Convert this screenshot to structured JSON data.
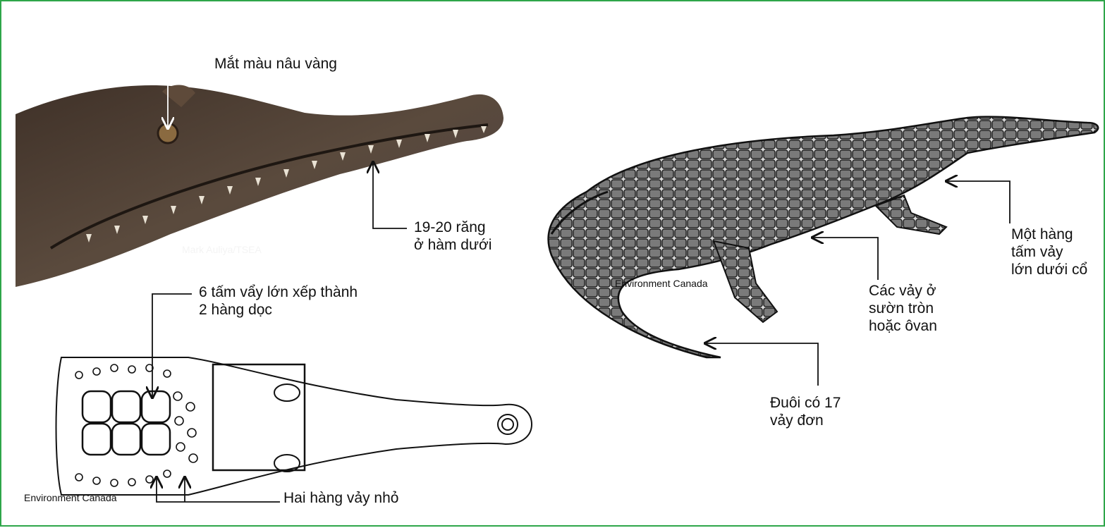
{
  "labels": {
    "eye": "Mắt màu nâu vàng",
    "teeth": [
      "19-20 răng",
      "ở hàm dưới"
    ],
    "scutes": [
      "6 tấm vẩy lớn xếp thành",
      "2 hàng dọc"
    ],
    "small_scales": "Hai hàng vảy nhỏ",
    "neck": [
      "Một hàng",
      "tấm vảy",
      "lớn dưới cổ"
    ],
    "flank": [
      "Các vảy ở",
      "sườn tròn",
      "hoặc ôvan"
    ],
    "tail": [
      "Đuôi có 17",
      "vảy đơn"
    ]
  },
  "credits": {
    "photo": "Mark Auliya/TSEA",
    "drawing_left": "Environment Canada",
    "drawing_right": "Environment Canada"
  },
  "colors": {
    "border": "#2ea64a",
    "photo_skin": "#4a3b30",
    "ink": "#111111"
  }
}
